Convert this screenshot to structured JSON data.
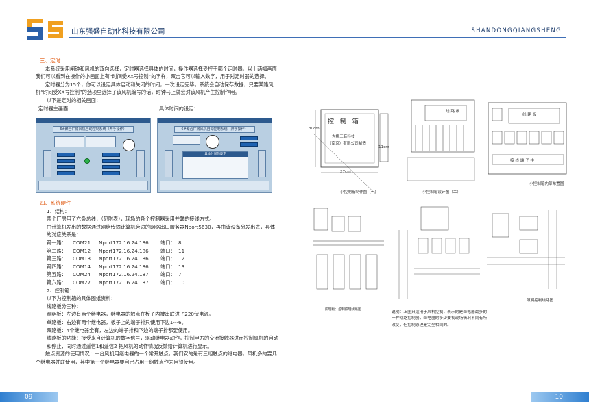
{
  "header": {
    "company_cn": "山东强盛自动化科技有限公司",
    "company_en": "SHANDONGQIANGSHENG"
  },
  "left": {
    "sec3_title": "三、定时",
    "p1": "本系统采用闸钟和风机的双向选择，定时器选择具体的时间，操作器选择受控于哪个定时器。以上两幅画面我们可以看到在操作的小画面上有“时间受XX号控制”的字样，双击它可以输入数字，用于对定时器的选择。",
    "p2": "定时器分为15个，你可以设定具体启动和关闭的时间，一次设定完毕，系统会自动保存数据，只要某路风机“时间受XX号控制”的选项里选择了该风机编号的话，时钟马上就会对该风机产生控制作用。",
    "p3": "以下是定时的相关画面：",
    "label_main": "定时器主画面:",
    "label_detail": "具体时间的设定：",
    "shot1_title": "6#聚合厂房风机自动控制系统（开手操作）",
    "shot2_title": "6#聚合厂房风机自动控制系统（开手操作）",
    "shot2_dialog": "具体时间的设定",
    "sec4_title": "四、系统硬件",
    "s1": "1、结构：",
    "s1_p1": "整个厂房用了六条总线，（见附表），现场的各个控制器采用并联的接线方式。",
    "s1_p2": "由计算机发出的数据通过网络传输计算机旁边的网络串口服务器Nport5630，再由该设备分发出去，具体的对应关系是：",
    "routes": [
      {
        "name": "第一路：",
        "com": "COM21",
        "ip": "Nport172.16.24.186",
        "port_label": "端口：",
        "port": "8"
      },
      {
        "name": "第二路：",
        "com": "COM12",
        "ip": "Nport172.16.24.186",
        "port_label": "端口：",
        "port": "11"
      },
      {
        "name": "第三路：",
        "com": "COM13",
        "ip": "Nport172.16.24.186",
        "port_label": "端口：",
        "port": "12"
      },
      {
        "name": "第四路：",
        "com": "COM14",
        "ip": "Nport172.16.24.186",
        "port_label": "端口：",
        "port": "13"
      },
      {
        "name": "第五路：",
        "com": "COM24",
        "ip": "Nport172.16.24.187",
        "port_label": "端口：",
        "port": "7"
      },
      {
        "name": "第六路：",
        "com": "COM27",
        "ip": "Nport172.16.24.187",
        "port_label": "端口：",
        "port": "10"
      }
    ],
    "s2": "2、控制箱：",
    "s2_p1": "以下为控制箱的具体图纸资料：",
    "s2_p2": "线路板分三种：",
    "s2_p3": "照明板：左边有两个继电器，继电器的触点在板子内被串联进了220伏电源。",
    "s2_p4": "单路板：右边有两个继电器，板子上的端子排只使用下边1---6。",
    "s2_p5": "双路板：4个继电器全有，左边的端子排和下边的端子排都要使用。",
    "s2_p6": "线路板的功能：接受来自计算机的数字信号，驱动继电器动作，控制甲方的交流接触器进而控制风机的启动和停止，同时通过遥信1和遥信2 把风机的动作情况反馈给计算机进行显示。",
    "s2_p7": "触点资源的使用情况：一台风机用继电器的一个常开触点，我们安的是有三组触点的继电器，风机多的要几个继电器并联使用，其中第一个继电器要自己占用一组触点作为自锁使用。"
  },
  "right": {
    "box_title": "控 制 箱",
    "box_sub1": "大棚三有科技",
    "box_sub2": "（南京）有限公司制造",
    "dim_30cm": "30cm",
    "dim_27cm": "27cm",
    "dim_11cm": "11cm",
    "cap1": "小控制箱制作图（一）",
    "cap2": "小控制箱设计图（二）",
    "cap3": "小控制箱内部布置图",
    "panel_label": "线 路 板",
    "terminal_label": "接 线 端 子 排",
    "cap4": "照明板：控制照明线路图",
    "cap5": "照明控制线路图",
    "note": "说明：上图只适用于风机控制，表示的是继电器最多的一种双路控制器，继电器的多少要视现场情况不同有所改变，但控制原理是完全相同的。"
  },
  "footer": {
    "page_left": "09",
    "page_right": "10"
  }
}
